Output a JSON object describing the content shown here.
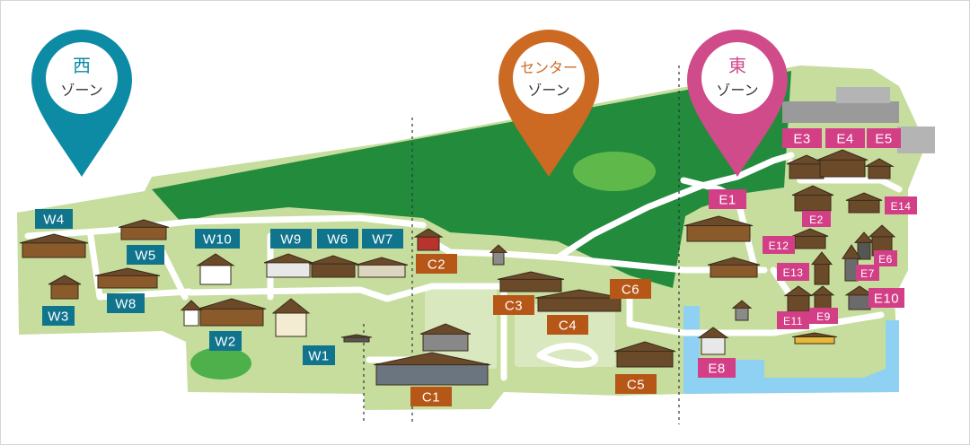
{
  "zones": [
    {
      "id": "west",
      "line1": "西",
      "line2": "ゾーン",
      "color": "#0d8aa4"
    },
    {
      "id": "center",
      "line1": "センター",
      "line2": "ゾーン",
      "color": "#cc6a24"
    },
    {
      "id": "east",
      "line1": "東",
      "line2": "ゾーン",
      "color": "#cf4b8a"
    }
  ],
  "colors": {
    "background": "#ffffff",
    "park": "#c6dd9e",
    "forest": "#238b3c",
    "path": "#ffffff",
    "water": "#8fd1f2",
    "plaza": "#d9e8bf",
    "west_tag": "#10748d",
    "center_tag": "#b65718",
    "east_tag": "#d33f87"
  },
  "markers": {
    "west": [
      "W1",
      "W2",
      "W3",
      "W4",
      "W5",
      "W6",
      "W7",
      "W8",
      "W9",
      "W10"
    ],
    "center": [
      "C1",
      "C2",
      "C3",
      "C4",
      "C5",
      "C6"
    ],
    "east": [
      "E1",
      "E2",
      "E3",
      "E4",
      "E5",
      "E6",
      "E7",
      "E8",
      "E9",
      "E10",
      "E11",
      "E12",
      "E13",
      "E14"
    ]
  }
}
